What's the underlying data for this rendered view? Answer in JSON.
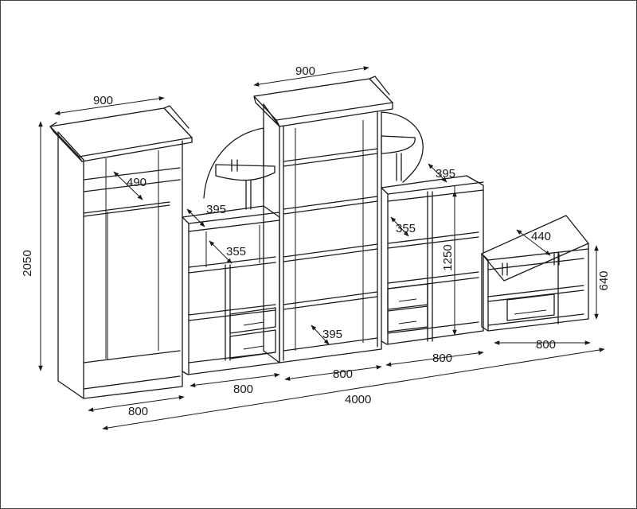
{
  "dimensions": {
    "wardrobe_width_top": "900",
    "wardrobe_depth": "490",
    "wardrobe_height": "2050",
    "wardrobe_base_width": "800",
    "left_shelf_depth": "395",
    "left_shelf_inner_depth": "355",
    "left_shelf_width": "800",
    "center_top_width": "900",
    "center_shelf_depth": "395",
    "center_width": "800",
    "right_shelf_depth": "395",
    "right_shelf_inner_depth": "355",
    "right_shelf_height": "1250",
    "right_shelf_width": "800",
    "low_unit_depth": "440",
    "low_unit_height": "640",
    "low_unit_width": "800",
    "total_width": "4000"
  }
}
